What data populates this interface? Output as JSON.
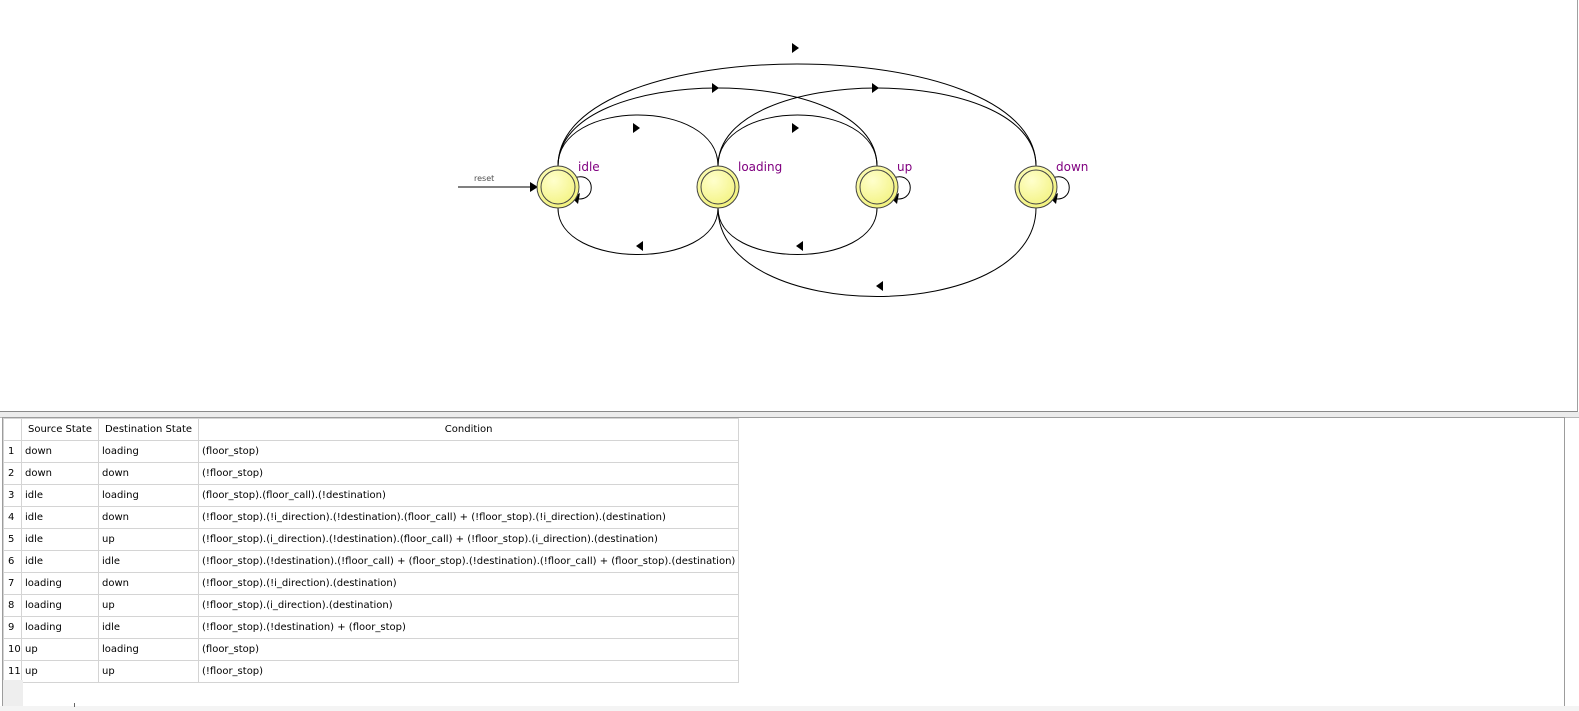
{
  "diagram": {
    "reset_label": "reset",
    "states": [
      {
        "id": "idle",
        "label": "idle"
      },
      {
        "id": "loading",
        "label": "loading"
      },
      {
        "id": "up",
        "label": "up"
      },
      {
        "id": "down",
        "label": "down"
      }
    ],
    "transitions": [
      {
        "from": "down",
        "to": "loading"
      },
      {
        "from": "down",
        "to": "down"
      },
      {
        "from": "idle",
        "to": "loading"
      },
      {
        "from": "idle",
        "to": "down"
      },
      {
        "from": "idle",
        "to": "up"
      },
      {
        "from": "idle",
        "to": "idle"
      },
      {
        "from": "loading",
        "to": "down"
      },
      {
        "from": "loading",
        "to": "up"
      },
      {
        "from": "loading",
        "to": "idle"
      },
      {
        "from": "up",
        "to": "loading"
      },
      {
        "from": "up",
        "to": "up"
      }
    ],
    "colors": {
      "state_fill": "#ffff99",
      "state_stroke": "#555555",
      "label": "#800080"
    }
  },
  "table": {
    "headers": {
      "source": "Source State",
      "destination": "Destination State",
      "condition": "Condition"
    },
    "rows": [
      {
        "n": "1",
        "source": "down",
        "destination": "loading",
        "condition": "(floor_stop)"
      },
      {
        "n": "2",
        "source": "down",
        "destination": "down",
        "condition": "(!floor_stop)"
      },
      {
        "n": "3",
        "source": "idle",
        "destination": "loading",
        "condition": "(floor_stop).(floor_call).(!destination)"
      },
      {
        "n": "4",
        "source": "idle",
        "destination": "down",
        "condition": "(!floor_stop).(!i_direction).(!destination).(floor_call) + (!floor_stop).(!i_direction).(destination)"
      },
      {
        "n": "5",
        "source": "idle",
        "destination": "up",
        "condition": "(!floor_stop).(i_direction).(!destination).(floor_call) + (!floor_stop).(i_direction).(destination)"
      },
      {
        "n": "6",
        "source": "idle",
        "destination": "idle",
        "condition": "(!floor_stop).(!destination).(!floor_call) + (floor_stop).(!destination).(!floor_call) + (floor_stop).(destination)"
      },
      {
        "n": "7",
        "source": "loading",
        "destination": "down",
        "condition": "(!floor_stop).(!i_direction).(destination)"
      },
      {
        "n": "8",
        "source": "loading",
        "destination": "up",
        "condition": "(!floor_stop).(i_direction).(destination)"
      },
      {
        "n": "9",
        "source": "loading",
        "destination": "idle",
        "condition": "(!floor_stop).(!destination) + (floor_stop)"
      },
      {
        "n": "10",
        "source": "up",
        "destination": "loading",
        "condition": "(floor_stop)"
      },
      {
        "n": "11",
        "source": "up",
        "destination": "up",
        "condition": "(!floor_stop)"
      }
    ]
  }
}
